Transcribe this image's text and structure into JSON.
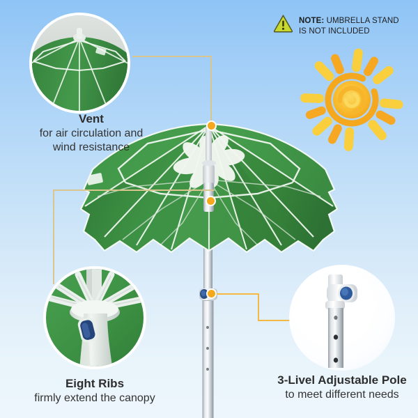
{
  "page": {
    "title": "Beach Umbrella Feature Infographic",
    "background_top_color": "#8ec4f6",
    "background_bottom_color": "#edf6fc"
  },
  "note": {
    "icon": "warning-triangle-icon",
    "line1_strong": "NOTE:",
    "line1_rest": " UMBRELLA STAND",
    "line2": "IS NOT INCLUDED",
    "icon_fill": "#c7d92e",
    "icon_stroke": "#4a4a20"
  },
  "sun": {
    "icon": "sun-icon",
    "core_color": "#f7a823",
    "ray_color": "#f9cf3e"
  },
  "product": {
    "name": "patio-beach-umbrella",
    "canopy_color": "#3d9143",
    "canopy_shade_color": "#2f7537",
    "piping_color": "#ffffff",
    "pole_color": "#c9ced3",
    "knob_color": "#2b4e86",
    "rib_count": 8
  },
  "callouts": [
    {
      "id": "vent",
      "name": "callout-vent",
      "title": "Vent",
      "desc_line1": "for air circulation and",
      "desc_line2": "wind resistance",
      "dot_color": "#f6a81c",
      "line_color": "#d9c68f"
    },
    {
      "id": "ribs",
      "name": "callout-eight-ribs",
      "title": "Eight Ribs",
      "desc_line1": "firmly extend the canopy",
      "desc_line2": "",
      "dot_color": "#f6a81c",
      "line_color": "#d9c68f"
    },
    {
      "id": "pole",
      "name": "callout-adjustable-pole",
      "title": "3-Livel Adjustable Pole",
      "desc_line1": "to meet different needs",
      "desc_line2": "",
      "dot_color": "#f6a81c",
      "line_color": "#f5b942"
    }
  ]
}
